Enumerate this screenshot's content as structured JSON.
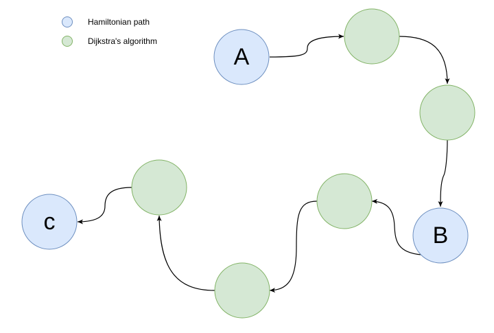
{
  "legend": {
    "items": [
      {
        "label": "Hamiltonian path",
        "fill": "#dae8fc",
        "stroke": "#6c8ebf"
      },
      {
        "label": "Dijkstra's algorithm",
        "fill": "#d5e8d4",
        "stroke": "#82b366"
      }
    ]
  },
  "colors": {
    "hamiltonian_fill": "#dae8fc",
    "hamiltonian_stroke": "#6c8ebf",
    "dijkstra_fill": "#d5e8d4",
    "dijkstra_stroke": "#82b366",
    "edge": "#000000"
  },
  "nodes": {
    "a": {
      "label": "A",
      "kind": "hamiltonian"
    },
    "g1": {
      "label": "",
      "kind": "dijkstra"
    },
    "g2": {
      "label": "",
      "kind": "dijkstra"
    },
    "b": {
      "label": "B",
      "kind": "hamiltonian"
    },
    "g3": {
      "label": "",
      "kind": "dijkstra"
    },
    "g4": {
      "label": "",
      "kind": "dijkstra"
    },
    "g5": {
      "label": "",
      "kind": "dijkstra"
    },
    "c": {
      "label": "c",
      "kind": "hamiltonian"
    }
  },
  "path_order": [
    "a",
    "g1",
    "g2",
    "b",
    "g3",
    "g4",
    "g5",
    "c"
  ]
}
